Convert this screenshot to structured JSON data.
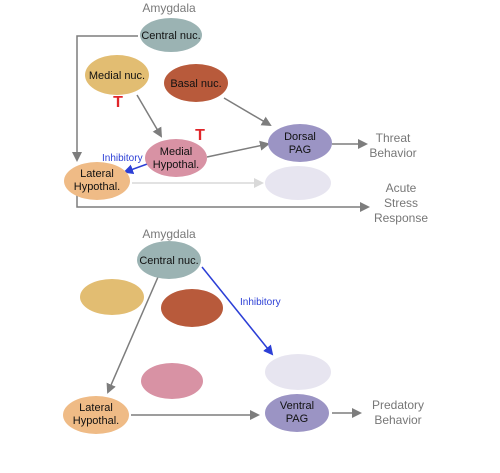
{
  "colors": {
    "central": "#9bb3b3",
    "medial": "#e2bd72",
    "basal": "#b85a3b",
    "hypothal": "#d892a4",
    "lateral": "#efbb86",
    "pag": "#9b94c4",
    "faded_pag": "#e7e5f0",
    "inhibitory": "#2c3fd6",
    "tbar": "#e0262a",
    "arrow": "#7d7d7d"
  },
  "top": {
    "title": "Amygdala",
    "central_line1": "Central nuc.",
    "medial_line1": "Medial nuc.",
    "basal_line1": "Basal nuc.",
    "medhypo_line1": "Medial",
    "medhypo_line2": "Hypothal.",
    "lathypo_line1": "Lateral",
    "lathypo_line2": "Hypothal.",
    "dpag_line1": "Dorsal",
    "dpag_line2": "PAG",
    "inhibitory": "Inhibitory",
    "out1_line1": "Threat",
    "out1_line2": "Behavior",
    "out2_line1": "Acute",
    "out2_line2": "Stress",
    "out2_line3": "Response",
    "tbar_symbol": "T"
  },
  "bottom": {
    "title": "Amygdala",
    "central_line1": "Central nuc.",
    "inhibitory": "Inhibitory",
    "lathypo_line1": "Lateral",
    "lathypo_line2": "Hypothal.",
    "vpag_line1": "Ventral",
    "vpag_line2": "PAG",
    "out_line1": "Predatory",
    "out_line2": "Behavior"
  }
}
